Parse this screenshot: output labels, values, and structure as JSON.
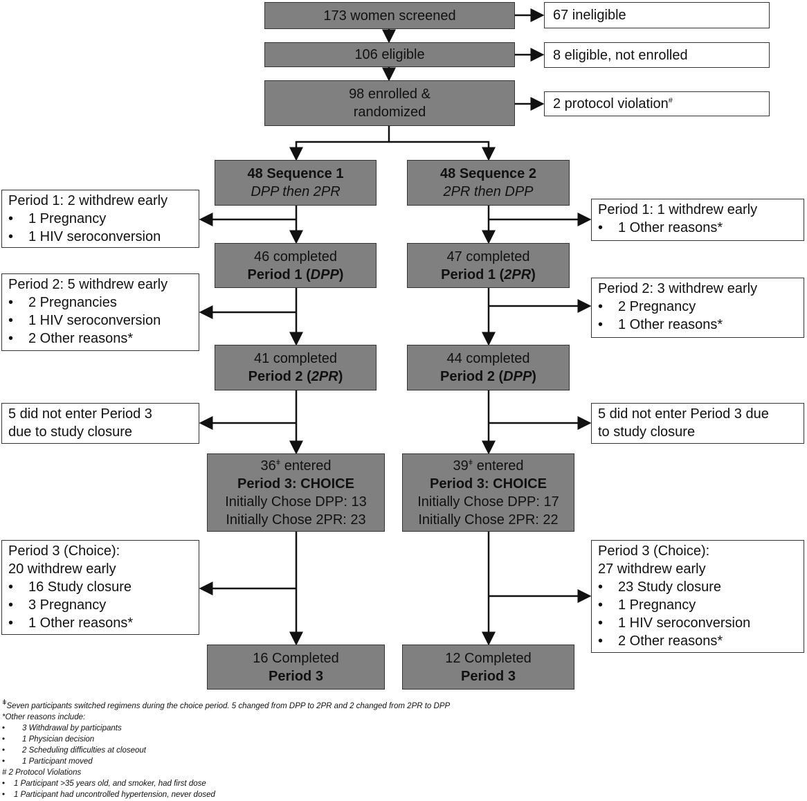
{
  "screening": {
    "screened": "173 women screened",
    "ineligible": "67 ineligible",
    "eligible": "106 eligible",
    "not_enrolled": "8 eligible, not enrolled",
    "enrolled_1": "98 enrolled &",
    "enrolled_2": "randomized",
    "violation": "2 protocol violation",
    "violation_mark": "#"
  },
  "seq1": {
    "title": "48 Sequence 1",
    "subtitle": "DPP then 2PR",
    "p1_withdraw": {
      "title": "Period 1: 2 withdrew early",
      "items": [
        "1 Pregnancy",
        "1 HIV seroconversion"
      ]
    },
    "p1_completed": "46 completed",
    "p1_label": "Period 1 (",
    "p1_drug": "DPP",
    "p1_close": ")",
    "p2_withdraw": {
      "title": "Period 2: 5 withdrew early",
      "items": [
        "2 Pregnancies",
        "1 HIV seroconversion",
        "2 Other reasons*"
      ]
    },
    "p2_completed": "41 completed",
    "p2_label": "Period 2 (",
    "p2_drug": "2PR",
    "p2_close": ")",
    "not_enter_1": "5 did not enter Period 3",
    "not_enter_2": "due to study closure",
    "p3_entered": "36",
    "p3_mark": "ǂ",
    "p3_entered_suffix": " entered",
    "p3_title": "Period 3: CHOICE",
    "p3_dpp": "Initially Chose DPP: 13",
    "p3_2pr": "Initially Chose 2PR: 23",
    "p3_withdraw": {
      "title_1": "Period 3 (Choice):",
      "title_2": "20 withdrew early",
      "items": [
        "16 Study closure",
        "3 Pregnancy",
        "1 Other reasons*"
      ]
    },
    "final_1": "16 Completed",
    "final_2": "Period 3"
  },
  "seq2": {
    "title": "48 Sequence 2",
    "subtitle": "2PR then DPP",
    "p1_withdraw": {
      "title": "Period 1: 1 withdrew early",
      "items": [
        "1 Other reasons*"
      ]
    },
    "p1_completed": "47 completed",
    "p1_label": "Period 1 (",
    "p1_drug": "2PR",
    "p1_close": ")",
    "p2_withdraw": {
      "title": "Period 2: 3 withdrew early",
      "items": [
        "2 Pregnancy",
        "1 Other reasons*"
      ]
    },
    "p2_completed": "44 completed",
    "p2_label": "Period 2 (",
    "p2_drug": "DPP",
    "p2_close": ")",
    "not_enter_1": "5 did not enter Period 3 due",
    "not_enter_2": "to study closure",
    "p3_entered": "39",
    "p3_mark": "ǂ",
    "p3_entered_suffix": " entered",
    "p3_title": "Period 3: CHOICE",
    "p3_dpp": "Initially Chose DPP: 17",
    "p3_2pr": "Initially Chose 2PR: 22",
    "p3_withdraw": {
      "title_1": "Period 3 (Choice):",
      "title_2": "27 withdrew early",
      "items": [
        "23 Study closure",
        "1 Pregnancy",
        "1 HIV seroconversion",
        "2 Other reasons*"
      ]
    },
    "final_1": "12 Completed",
    "final_2": "Period 3"
  },
  "footnotes": {
    "switch_mark": "ǂ",
    "switch": "Seven participants switched regimens during the choice period. 5 changed from DPP to 2PR and 2 changed from 2PR to DPP",
    "other_title": "*Other reasons include:",
    "other_items": [
      "3 Withdrawal by participants",
      "1 Physician decision",
      "2 Scheduling difficulties at closeout",
      "1 Participant moved"
    ],
    "violation_title": "# 2 Protocol Violations",
    "violation_items": [
      "1 Participant >35 years old, and smoker, had first dose",
      "1 Participant had uncontrolled hypertension, never dosed"
    ]
  }
}
